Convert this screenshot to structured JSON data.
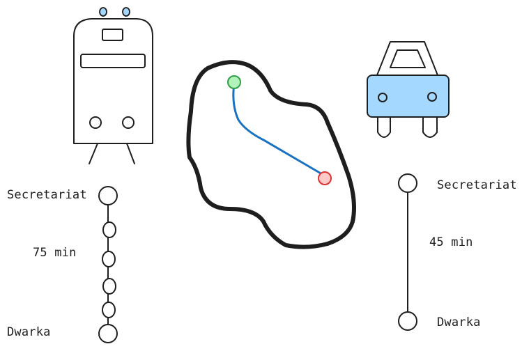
{
  "left_route": {
    "mode_icon": "metro-train-icon",
    "origin": "Secretariat",
    "destination": "Dwarka",
    "duration": "75 min",
    "intermediate_stops": 4
  },
  "right_route": {
    "mode_icon": "car-icon",
    "origin": "Secretariat",
    "destination": "Dwarka",
    "duration": "45 min"
  },
  "map": {
    "icon": "city-map-icon",
    "start_marker_color": "#b2f2bb",
    "end_marker_color": "#ffc9c9",
    "route_color": "#1971c2"
  },
  "colors": {
    "stroke": "#1e1e1e",
    "car_fill": "#a5d8ff",
    "train_light_fill": "#a5d8ff"
  }
}
